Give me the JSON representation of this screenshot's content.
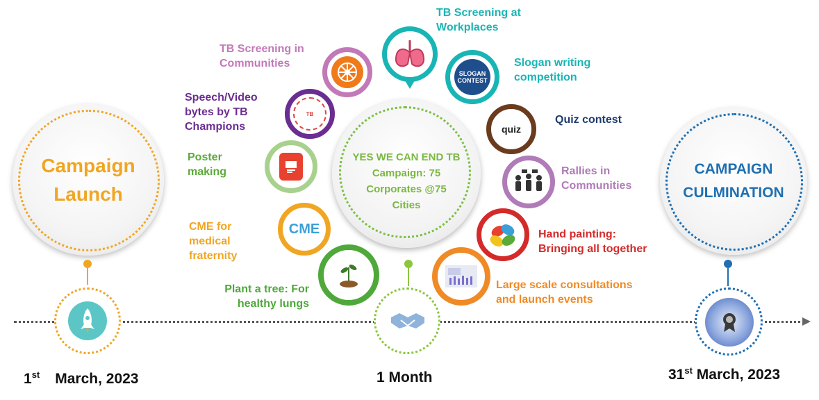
{
  "campaign_launch": {
    "line1": "Campaign",
    "line2": "Launch"
  },
  "campaign_culmination": {
    "line1": "CAMPAIGN",
    "line2": "CULMINATION"
  },
  "center": {
    "line1": "YES WE CAN END TB",
    "line2": "Campaign:  75",
    "line3": "Corporates  @75",
    "line4": "Cities"
  },
  "activities": [
    {
      "label_lines": [
        "TB Screening at",
        "Workplaces"
      ],
      "color": "#19b5b5",
      "icon": "lungs-icon"
    },
    {
      "label_lines": [
        "TB Screening in",
        "Communities"
      ],
      "color": "#c279b8",
      "icon": "dharma-wheel-icon"
    },
    {
      "label_lines": [
        "Slogan writing",
        "competition"
      ],
      "color": "#19b5b5",
      "icon": "slogan-contest-icon"
    },
    {
      "label_lines": [
        "Speech/Video",
        "bytes by TB",
        "Champions"
      ],
      "color": "#6a2d91",
      "icon": "tb-champions-stamp-icon"
    },
    {
      "label_lines": [
        "Quiz contest"
      ],
      "color": "#1f3b6e",
      "icon": "quiz-icon"
    },
    {
      "label_lines": [
        "Poster",
        "making"
      ],
      "color": "#5aaa3a",
      "icon": "poster-icon"
    },
    {
      "label_lines": [
        "Rallies in",
        "Communities"
      ],
      "color": "#b07bb8",
      "icon": "crowd-rally-icon"
    },
    {
      "label_lines": [
        "CME for",
        "medical",
        "fraternity"
      ],
      "color": "#f0a623",
      "icon": "cme-icon"
    },
    {
      "label_lines": [
        "Hand painting:",
        "Bringing all together"
      ],
      "color": "#d42a2a",
      "icon": "painted-hands-icon"
    },
    {
      "label_lines": [
        "Plant a tree: For",
        "healthy lungs"
      ],
      "color": "#4ea93a",
      "icon": "plant-sapling-icon"
    },
    {
      "label_lines": [
        "Large scale consultations",
        "and launch events"
      ],
      "color": "#f08a24",
      "icon": "event-venue-icon"
    }
  ],
  "timeline": {
    "start": {
      "day": "1",
      "suffix": "st",
      "rest": "March, 2023",
      "icon": "rocket-icon",
      "color": "#f0a623"
    },
    "middle": {
      "text": "1 Month",
      "icon": "handshake-icon",
      "color": "#8cc63f"
    },
    "end": {
      "day": "31",
      "suffix": "st",
      "rest": "March, 2023",
      "icon": "award-badge-icon",
      "color": "#1f6fb2"
    }
  },
  "colors": {
    "launch": "#f0a623",
    "culmination": "#1f6fb2",
    "hub": "#7ab842"
  }
}
